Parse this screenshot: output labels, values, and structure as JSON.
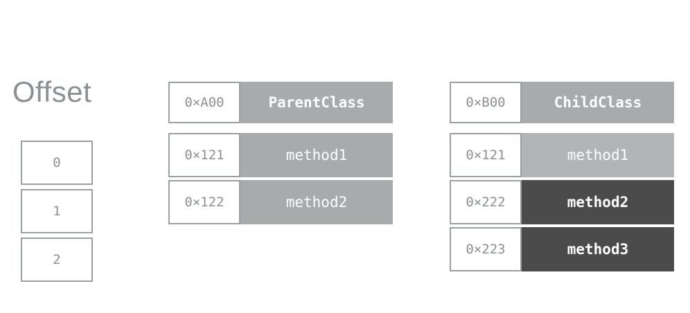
{
  "offset_column": {
    "title": "Offset",
    "cells": [
      {
        "label": "0"
      },
      {
        "label": "1"
      },
      {
        "label": "2"
      }
    ]
  },
  "colors": {
    "tone_mid": "#a8abab",
    "tone_light": "#b2b5b5",
    "tone_dark": "#4b4b4b",
    "border": "#9aa0a2",
    "muted_text": "#8b9093",
    "background": "#ffffff"
  },
  "parent_table": {
    "header": {
      "address": "0×A00",
      "name": "ParentClass"
    },
    "rows": [
      {
        "address": "0×121",
        "name": "method1"
      },
      {
        "address": "0×122",
        "name": "method2"
      }
    ]
  },
  "child_table": {
    "header": {
      "address": "0×B00",
      "name": "ChildClass"
    },
    "rows": [
      {
        "address": "0×121",
        "name": "method1"
      },
      {
        "address": "0×222",
        "name": "method2"
      },
      {
        "address": "0×223",
        "name": "method3"
      }
    ]
  }
}
